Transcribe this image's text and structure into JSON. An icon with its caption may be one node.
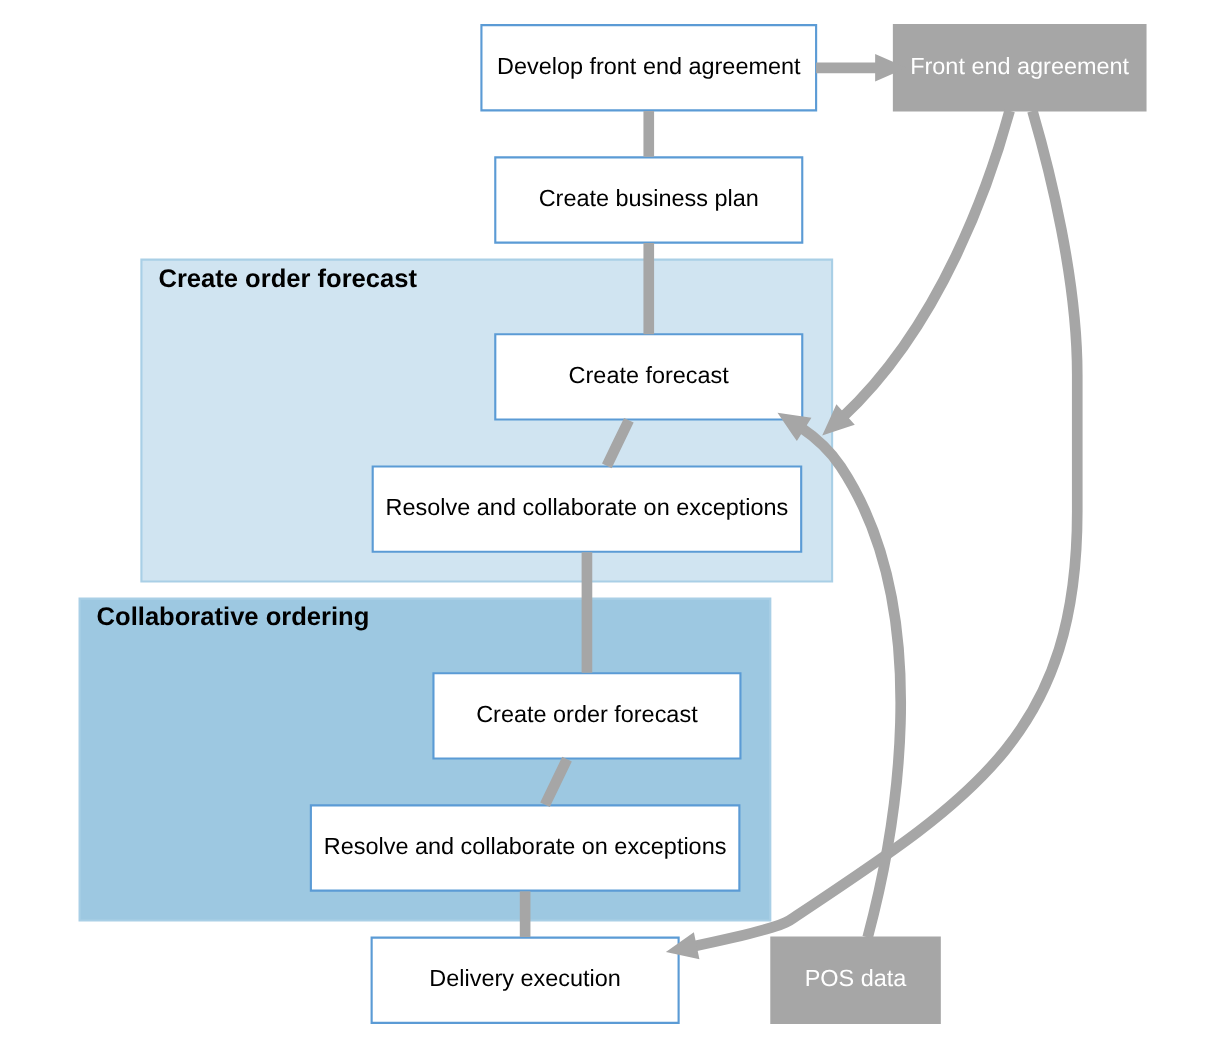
{
  "diagram": {
    "nodes": [
      {
        "text": [
          "Develop front end agreement"
        ]
      },
      {
        "text": [
          "Front end agreement"
        ]
      },
      {
        "text": [
          "Create business plan"
        ]
      },
      {
        "text": [
          "Create order forecast"
        ]
      },
      {
        "text": [
          "Create forecast"
        ],
        "in": 3
      },
      {
        "text": [
          "Resolve and collaborate on exceptions"
        ],
        "in": 3
      },
      {
        "text": [
          "Collaborative ordering"
        ]
      },
      {
        "text": [
          "Create order forecast"
        ],
        "in": 6
      },
      {
        "text": [
          "Resolve and collaborate on exceptions"
        ],
        "in": 6
      },
      {
        "text": [
          "POS data"
        ]
      },
      {
        "text": [
          "Delivery execution"
        ]
      }
    ],
    "edges": [
      {
        "from": 0,
        "to": 1,
        "arrow": "to"
      },
      {
        "from": 0,
        "to": 2,
        "arrow": "none"
      },
      {
        "from": 2,
        "to": 4,
        "arrow": "none"
      },
      {
        "from": 4,
        "to": 5,
        "arrow": "none"
      },
      {
        "from": 5,
        "to": 7,
        "arrow": "none"
      },
      {
        "from": 7,
        "to": 8,
        "arrow": "none"
      },
      {
        "from": 8,
        "to": 10,
        "arrow": "none"
      },
      {
        "from": 9,
        "to": 4,
        "arrow": "to"
      },
      {
        "from": 1,
        "to": 3,
        "arrow": "to"
      },
      {
        "from": 1,
        "to": 10,
        "arrow": "to"
      }
    ]
  }
}
